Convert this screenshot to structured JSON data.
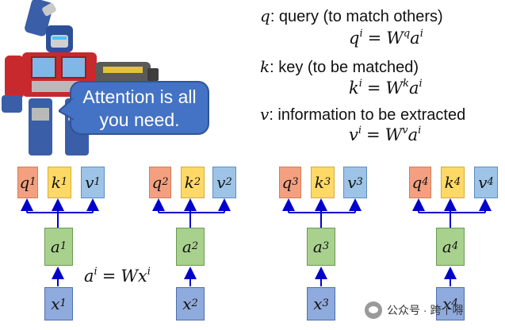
{
  "bubble": {
    "line1": "Attention is all",
    "line2": "you need."
  },
  "definitions": {
    "q": {
      "symbol": "q",
      "text": ": query (to match others)"
    },
    "k": {
      "symbol": "k",
      "text": ": key (to be matched)"
    },
    "v": {
      "symbol": "v",
      "text": ": information to be extracted"
    }
  },
  "formulas": {
    "q": {
      "lhs": "q",
      "lhs_sup": "i",
      "eq": "=",
      "w": "W",
      "w_sup": "q",
      "a": "a",
      "a_sup": "i"
    },
    "k": {
      "lhs": "k",
      "lhs_sup": "i",
      "eq": "=",
      "w": "W",
      "w_sup": "k",
      "a": "a",
      "a_sup": "i"
    },
    "v": {
      "lhs": "v",
      "lhs_sup": "i",
      "eq": "=",
      "w": "W",
      "w_sup": "v",
      "a": "a",
      "a_sup": "i"
    },
    "a": {
      "lhs": "a",
      "lhs_sup": "i",
      "eq": "=",
      "w": "Wx",
      "w_sup": "i"
    }
  },
  "columns": [
    {
      "q": "q",
      "k": "k",
      "v": "v",
      "a": "a",
      "x": "x",
      "idx": "1"
    },
    {
      "q": "q",
      "k": "k",
      "v": "v",
      "a": "a",
      "x": "x",
      "idx": "2"
    },
    {
      "q": "q",
      "k": "k",
      "v": "v",
      "a": "a",
      "x": "x",
      "idx": "3"
    },
    {
      "q": "q",
      "k": "k",
      "v": "v",
      "a": "a",
      "x": "x",
      "idx": "4"
    }
  ],
  "watermark": {
    "text": "公众号 · 跨个嘚"
  },
  "colors": {
    "q": "#f4a080",
    "k": "#ffd966",
    "v": "#9dc3e6",
    "a": "#a9d18e",
    "x": "#8faadc",
    "arrow": "#0000cc",
    "bubble": "#4472c4"
  }
}
